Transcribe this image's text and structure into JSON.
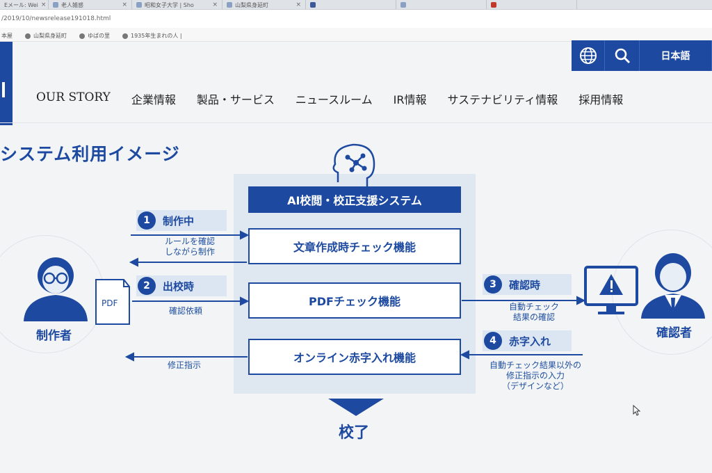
{
  "browser": {
    "tabs": [
      {
        "label": "Eメール: Wei"
      },
      {
        "label": "老人雑感"
      },
      {
        "label": "昭和女子大学 | Sho"
      },
      {
        "label": "山梨県身延町"
      },
      {
        "label": ""
      },
      {
        "label": ""
      },
      {
        "label": ""
      }
    ],
    "url": "/2019/10/newsrelease191018.html",
    "bookmarks": [
      {
        "label": "本屋"
      },
      {
        "label": "山梨県身延町"
      },
      {
        "label": "ゆばの里"
      },
      {
        "label": "1935年生まれの人 |"
      }
    ]
  },
  "header": {
    "language": "日本語",
    "nav": [
      "OUR STORY",
      "企業情報",
      "製品・サービス",
      "ニュースルーム",
      "IR情報",
      "サステナビリティ情報",
      "採用情報"
    ]
  },
  "section_title": "システム利用イメージ",
  "diagram": {
    "system_title": "AI校閲・校正支援システム",
    "functions": [
      "文章作成時チェック機能",
      "PDFチェック機能",
      "オンライン赤字入れ機能"
    ],
    "steps": [
      {
        "num": "1",
        "label": "制作中",
        "note": [
          "ルールを確認",
          "しながら制作"
        ]
      },
      {
        "num": "2",
        "label": "出校時",
        "note": [
          "確認依頼"
        ]
      },
      {
        "num": "3",
        "label": "確認時",
        "note": [
          "自動チェック",
          "結果の確認"
        ]
      },
      {
        "num": "4",
        "label": "赤字入れ",
        "note": [
          "自動チェック結果以外の",
          "修正指示の入力",
          "（デザインなど）"
        ]
      }
    ],
    "pdf_label": "PDF",
    "return_note": "修正指示",
    "creator_label": "制作者",
    "checker_label": "確認者",
    "final_label": "校了"
  },
  "colors": {
    "brand": "#1d4aa0",
    "panel": "#dfe7f1",
    "tag": "#dce6f2"
  },
  "icons": [
    "globe-icon",
    "search-icon",
    "ai-brain-icon",
    "creator-icon",
    "checker-icon",
    "monitor-warning-icon",
    "pdf-document-icon"
  ]
}
